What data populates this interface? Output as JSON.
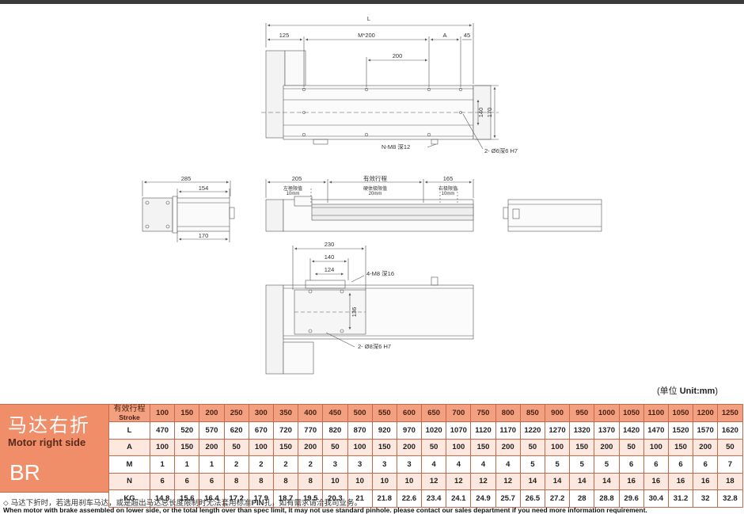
{
  "dims": {
    "top": {
      "L": "L",
      "d125": "125",
      "m200": "M*200",
      "A": "A",
      "d45": "45",
      "d200": "200",
      "d140": "140",
      "d170": "170",
      "nm8": "N-M8 深12",
      "pin": "2- Ø6深6 H7"
    },
    "mid_left": {
      "d285": "285",
      "d154": "154",
      "d170": "170"
    },
    "mid_center": {
      "d205": "205",
      "stroke": "有效行程",
      "d165": "165",
      "limit_left": "左極限值",
      "limit_left_v": "10mm",
      "hard_limit": "硬体极限值",
      "hard_limit_v": "20mm",
      "limit_right": "右极限值",
      "limit_right_v": "10mm"
    },
    "bottom": {
      "d230": "230",
      "d140": "140",
      "d124": "124",
      "m8": "4-M8 深16",
      "d136": "136",
      "pin": "2- Ø8深6 H7"
    }
  },
  "unit": {
    "prefix": "(单位 ",
    "value": "Unit:mm",
    "suffix": ")"
  },
  "spec": {
    "title_cn": "马达右折",
    "title_en": "Motor right side",
    "code": "BR",
    "header_cn": "有效行程",
    "header_en": "Stroke",
    "strokes": [
      "100",
      "150",
      "200",
      "250",
      "300",
      "350",
      "400",
      "450",
      "500",
      "550",
      "600",
      "650",
      "700",
      "750",
      "800",
      "850",
      "900",
      "950",
      "1000",
      "1050",
      "1100",
      "1050",
      "1200",
      "1250"
    ],
    "rows": [
      {
        "label": "L",
        "values": [
          "470",
          "520",
          "570",
          "620",
          "670",
          "720",
          "770",
          "820",
          "870",
          "920",
          "970",
          "1020",
          "1070",
          "1120",
          "1170",
          "1220",
          "1270",
          "1320",
          "1370",
          "1420",
          "1470",
          "1520",
          "1570",
          "1620"
        ]
      },
      {
        "label": "A",
        "values": [
          "100",
          "150",
          "200",
          "50",
          "100",
          "150",
          "200",
          "50",
          "100",
          "150",
          "200",
          "50",
          "100",
          "150",
          "200",
          "50",
          "100",
          "150",
          "200",
          "50",
          "100",
          "150",
          "200",
          "50"
        ]
      },
      {
        "label": "M",
        "values": [
          "1",
          "1",
          "1",
          "2",
          "2",
          "2",
          "2",
          "3",
          "3",
          "3",
          "3",
          "4",
          "4",
          "4",
          "4",
          "5",
          "5",
          "5",
          "5",
          "6",
          "6",
          "6",
          "6",
          "7"
        ]
      },
      {
        "label": "N",
        "values": [
          "6",
          "6",
          "6",
          "8",
          "8",
          "8",
          "8",
          "10",
          "10",
          "10",
          "10",
          "12",
          "12",
          "12",
          "12",
          "14",
          "14",
          "14",
          "14",
          "16",
          "16",
          "16",
          "16",
          "18"
        ]
      },
      {
        "label": "KG",
        "values": [
          "14.8",
          "15.6",
          "16.4",
          "17.2",
          "17.9",
          "18.7",
          "19.5",
          "20.3",
          "21",
          "21.8",
          "22.6",
          "23.4",
          "24.1",
          "24.9",
          "25.7",
          "26.5",
          "27.2",
          "28",
          "28.8",
          "29.6",
          "30.4",
          "31.2",
          "32",
          "32.8"
        ]
      }
    ]
  },
  "notes": {
    "line1_a": "⬦ 马达下折时，若选用刹车马达，或是超出马达总长度限制时无法套用标准",
    "line1_b": "PIN",
    "line1_c": "孔，如有需求请洽我司业务。",
    "line2": "When motor with brake assembled on lower side, or the total length over than spec limit, it may not use standard pinhole. please contact our sales department if you need more information requirement."
  }
}
